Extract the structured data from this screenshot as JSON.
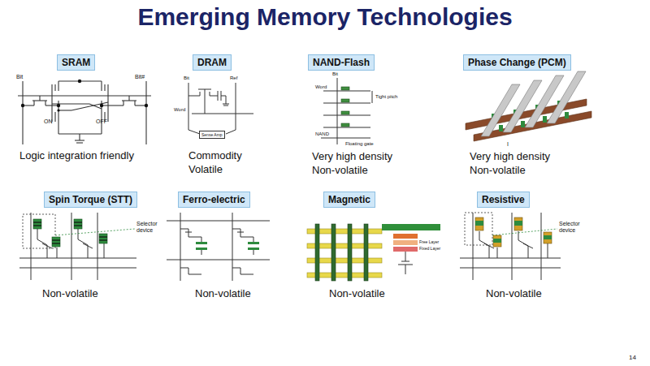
{
  "diagram": {
    "title": "Emerging Memory Technologies",
    "nodes": [
      {
        "text": [
          "SRAM"
        ]
      },
      {
        "text": [
          "DRAM"
        ]
      },
      {
        "text": [
          "Sense Amp"
        ]
      },
      {
        "text": [
          "NAND-Flash"
        ]
      },
      {
        "text": [
          "Phase Change (PCM)"
        ]
      },
      {
        "text": [
          "Spin Torque (STT)"
        ]
      },
      {
        "text": [
          "Ferro-electric"
        ]
      },
      {
        "text": [
          "Magnetic"
        ]
      },
      {
        "text": [
          "Resistive"
        ]
      }
    ],
    "labels": [
      "Bit",
      "Bit#",
      "ON",
      "OFF",
      "Logic integration friendly",
      "Bit",
      "Ref",
      "Word",
      "Commodity",
      "Volatile",
      "Bit",
      "Word",
      "Tight pitch",
      "NAND",
      "Floating gate",
      "Very high density",
      "Non-volatile",
      "I",
      "Very high density",
      "Non-volatile",
      "Selector device",
      "Non-volatile",
      "Non-volatile",
      "Free Layer",
      "Fixed Layer",
      "Non-volatile",
      "Selector device",
      "Non-volatile",
      "14"
    ]
  }
}
